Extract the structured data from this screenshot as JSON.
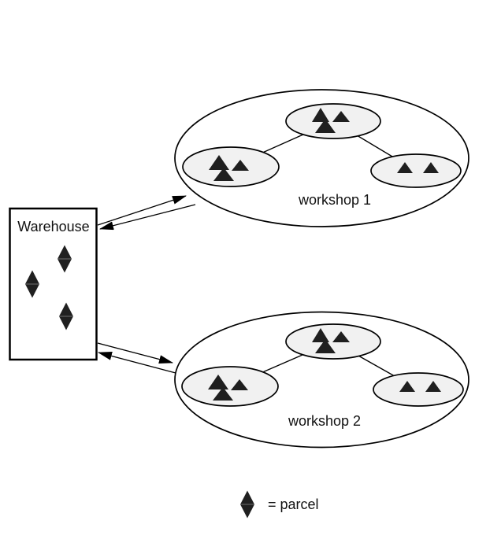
{
  "diagram": {
    "background": "#ffffff",
    "warehouse": {
      "label": "Warehouse",
      "parcel_count": 3
    },
    "workshops": [
      {
        "label": "workshop 1",
        "cells": [
          {
            "position": "top-center",
            "part_count": 3
          },
          {
            "position": "left",
            "part_count": 3
          },
          {
            "position": "right",
            "part_count": 2
          }
        ],
        "link_to_warehouse": "bidirectional-arrows"
      },
      {
        "label": "workshop 2",
        "cells": [
          {
            "position": "top-center",
            "part_count": 3
          },
          {
            "position": "left",
            "part_count": 3
          },
          {
            "position": "right",
            "part_count": 2
          }
        ],
        "link_to_warehouse": "bidirectional-arrows"
      }
    ],
    "legend": {
      "symbol": "diamond",
      "label": "= parcel"
    },
    "colors": {
      "outline": "#000000",
      "cell_fill": "#f1f1f1",
      "part_fill": "#1f1f1f",
      "text": "#111111"
    }
  }
}
